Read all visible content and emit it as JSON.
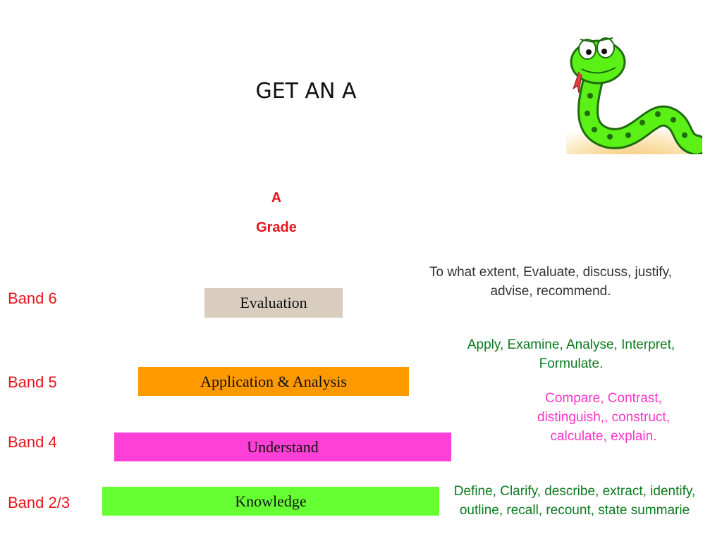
{
  "title": "GET AN A",
  "grade": {
    "line1": "A",
    "line2": "Grade"
  },
  "bands": [
    {
      "band_label": "Band 6",
      "level": "Evaluation",
      "bar_color": "#d8cdbf",
      "verbs": "To what extent, Evaluate, discuss, justify, advise, recommend.",
      "verbs_color": "#333333"
    },
    {
      "band_label": "Band 5",
      "level": "Application & Analysis",
      "bar_color": "#ff9900",
      "verbs": "Apply, Examine, Analyse, Interpret, Formulate.",
      "verbs_color": "#0a7a1e"
    },
    {
      "band_label": "Band 4",
      "level": "Understand",
      "bar_color": "#ff40d8",
      "verbs": "Compare, Contrast, distinguish,, construct, calculate, explain.",
      "verbs_color": "#ff33cc"
    },
    {
      "band_label": "Band 2/3",
      "level": "Knowledge",
      "bar_color": "#66ff33",
      "verbs": "Define, Clarify, describe, extract, identify, outline, recall, recount, state summarie",
      "verbs_color": "#0a7a1e"
    }
  ]
}
